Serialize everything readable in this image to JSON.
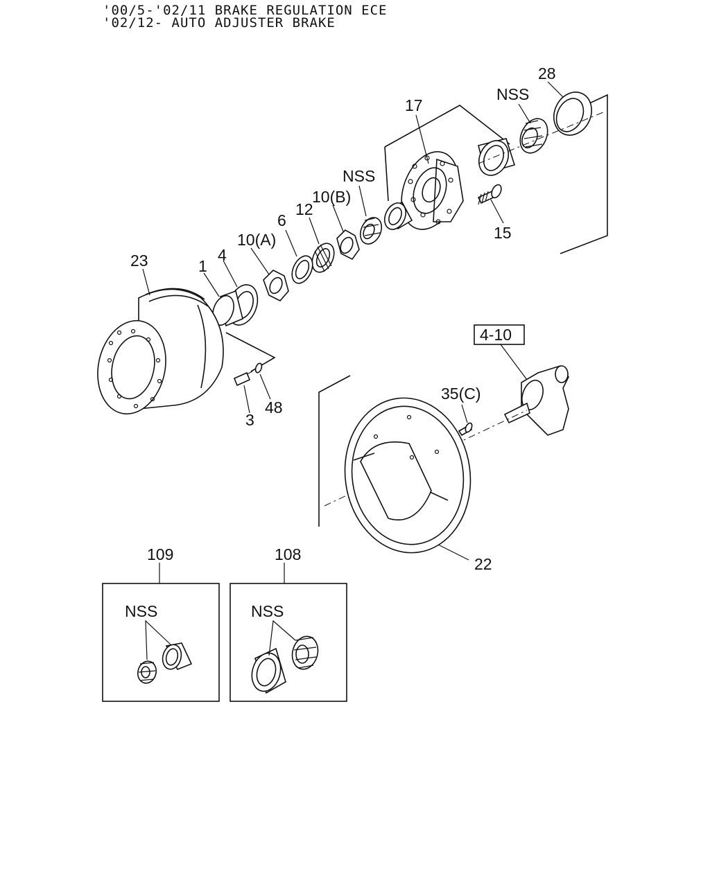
{
  "header": {
    "line1": "'00/5-'02/11 BRAKE REGULATION ECE",
    "line2": "'02/12- AUTO ADJUSTER BRAKE"
  },
  "callouts": {
    "p28": "28",
    "nss_top": "NSS",
    "p17": "17",
    "nss_mid": "NSS",
    "p10b": "10(B)",
    "p12": "12",
    "p6": "6",
    "p10a": "10(A)",
    "p15": "15",
    "p23": "23",
    "p1": "1",
    "p4": "4",
    "p3": "3",
    "p48": "48",
    "p4_10": "4-10",
    "p35c": "35(C)",
    "p22": "22",
    "p109": "109",
    "p108": "108",
    "nss_109": "NSS",
    "nss_108": "NSS"
  }
}
